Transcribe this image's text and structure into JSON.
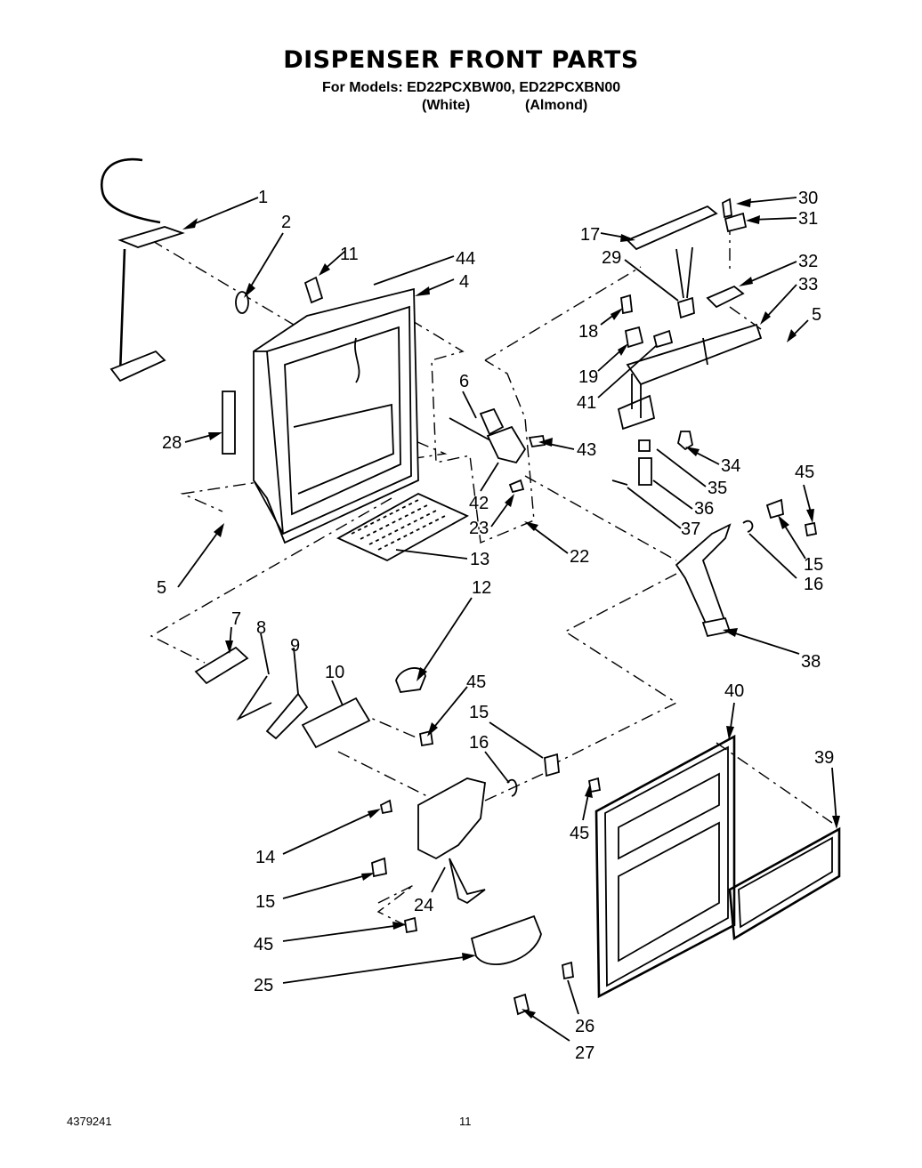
{
  "header": {
    "title": "DISPENSER FRONT PARTS",
    "models": "For Models: ED22PCXBW00, ED22PCXBN00",
    "color_white": "(White)",
    "color_almond": "(Almond)"
  },
  "callouts": [
    {
      "id": "c1",
      "label": "1"
    },
    {
      "id": "c2",
      "label": "2"
    },
    {
      "id": "c11",
      "label": "11"
    },
    {
      "id": "c44",
      "label": "44"
    },
    {
      "id": "c4",
      "label": "4"
    },
    {
      "id": "c17",
      "label": "17"
    },
    {
      "id": "c29",
      "label": "29"
    },
    {
      "id": "c30",
      "label": "30"
    },
    {
      "id": "c31",
      "label": "31"
    },
    {
      "id": "c32",
      "label": "32"
    },
    {
      "id": "c33",
      "label": "33"
    },
    {
      "id": "c5a",
      "label": "5"
    },
    {
      "id": "c18",
      "label": "18"
    },
    {
      "id": "c19",
      "label": "19"
    },
    {
      "id": "c41",
      "label": "41"
    },
    {
      "id": "c6",
      "label": "6"
    },
    {
      "id": "c43",
      "label": "43"
    },
    {
      "id": "c28",
      "label": "28"
    },
    {
      "id": "c34",
      "label": "34"
    },
    {
      "id": "c35",
      "label": "35"
    },
    {
      "id": "c36",
      "label": "36"
    },
    {
      "id": "c37",
      "label": "37"
    },
    {
      "id": "c45a",
      "label": "45"
    },
    {
      "id": "c42",
      "label": "42"
    },
    {
      "id": "c23",
      "label": "23"
    },
    {
      "id": "c22",
      "label": "22"
    },
    {
      "id": "c15a",
      "label": "15"
    },
    {
      "id": "c16a",
      "label": "16"
    },
    {
      "id": "c5b",
      "label": "5"
    },
    {
      "id": "c13",
      "label": "13"
    },
    {
      "id": "c12",
      "label": "12"
    },
    {
      "id": "c7",
      "label": "7"
    },
    {
      "id": "c8",
      "label": "8"
    },
    {
      "id": "c9",
      "label": "9"
    },
    {
      "id": "c10",
      "label": "10"
    },
    {
      "id": "c45b",
      "label": "45"
    },
    {
      "id": "c38",
      "label": "38"
    },
    {
      "id": "c40",
      "label": "40"
    },
    {
      "id": "c15b",
      "label": "15"
    },
    {
      "id": "c16b",
      "label": "16"
    },
    {
      "id": "c39",
      "label": "39"
    },
    {
      "id": "c14",
      "label": "14"
    },
    {
      "id": "c45c",
      "label": "45"
    },
    {
      "id": "c15c",
      "label": "15"
    },
    {
      "id": "c24",
      "label": "24"
    },
    {
      "id": "c45d",
      "label": "45"
    },
    {
      "id": "c25",
      "label": "25"
    },
    {
      "id": "c26",
      "label": "26"
    },
    {
      "id": "c27",
      "label": "27"
    }
  ],
  "footer": {
    "doc_number": "4379241",
    "page_number": "11"
  }
}
